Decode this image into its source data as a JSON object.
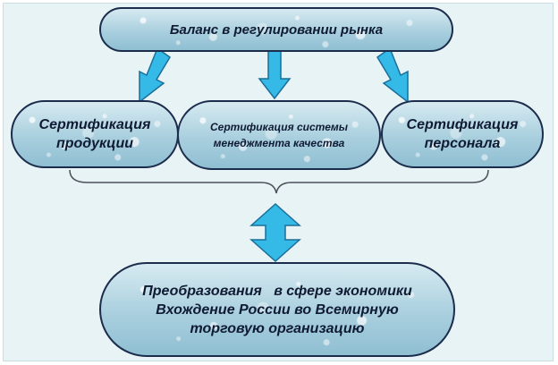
{
  "diagram": {
    "top_node": {
      "text": "Баланс в регулировании рынка"
    },
    "middle_nodes": [
      {
        "lines": [
          "Сертификация",
          "продукции"
        ]
      },
      {
        "lines": [
          "Сертификация системы",
          "менеджмента качества"
        ]
      },
      {
        "lines": [
          "Сертификация",
          "персонала"
        ]
      }
    ],
    "bottom_node": {
      "lines": [
        "Преобразования   в сфере экономики",
        "Вхождение России во Всемирную",
        "торговую организацию"
      ]
    }
  },
  "colors": {
    "arrow_fill": "#35b9e6",
    "arrow_stroke": "#1a6f9a",
    "node_border": "#1c2c4c",
    "brace_stroke": "#4a5158"
  }
}
